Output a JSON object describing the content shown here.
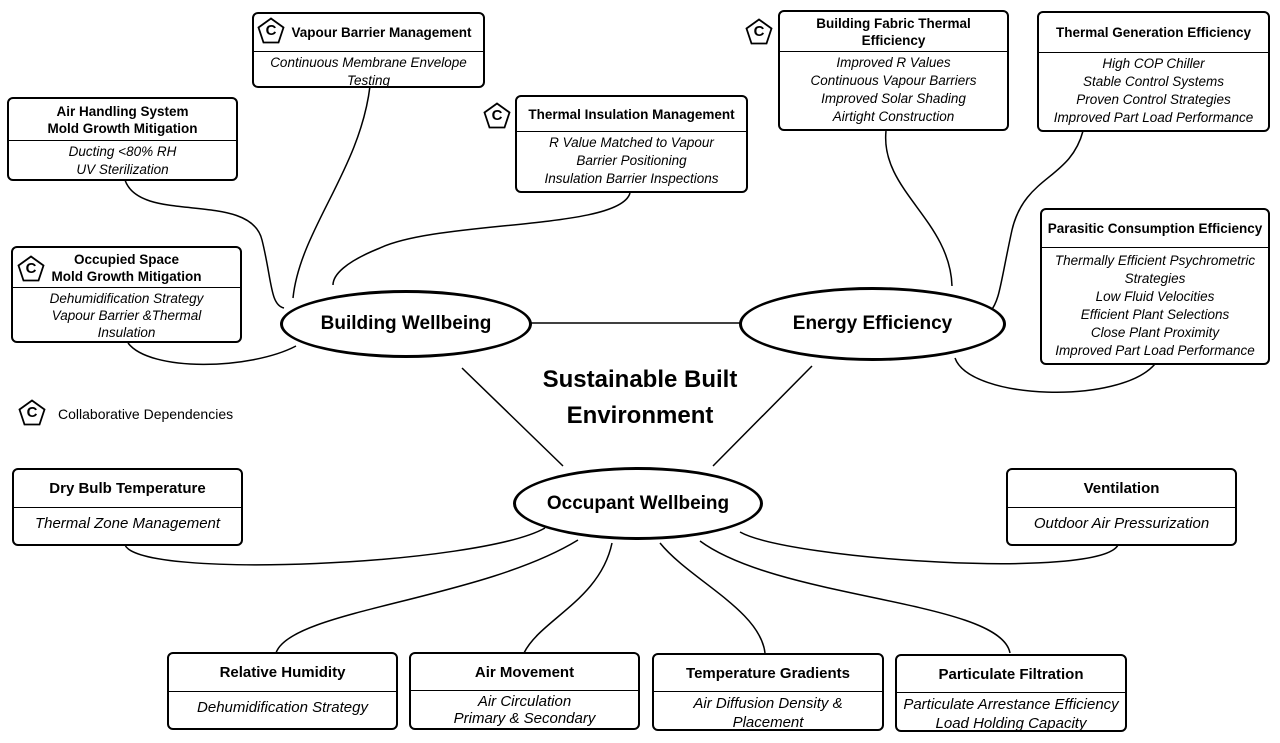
{
  "title_lines": [
    "Sustainable Built",
    "Environment"
  ],
  "hubs": {
    "building": "Building Wellbeing",
    "energy": "Energy Efficiency",
    "occupant": "Occupant Wellbeing"
  },
  "legend": {
    "icon_letter": "C",
    "text": "Collaborative Dependencies"
  },
  "boxes": {
    "vapour": {
      "title": "Vapour Barrier Management",
      "lines": [
        "Continuous Membrane Envelope",
        "Testing"
      ]
    },
    "airhandling": {
      "title": [
        "Air Handling System",
        "Mold Growth Mitigation"
      ],
      "lines": [
        "Ducting <80% RH",
        "UV Sterilization"
      ]
    },
    "thermalins": {
      "title": "Thermal Insulation Management",
      "lines": [
        "R Value Matched to Vapour",
        "Barrier Positioning",
        "Insulation Barrier Inspections"
      ]
    },
    "occupied": {
      "title": [
        "Occupied Space",
        "Mold Growth Mitigation"
      ],
      "lines": [
        "Dehumidification Strategy",
        "Vapour Barrier &Thermal",
        "Insulation"
      ]
    },
    "fabric": {
      "title": "Building Fabric Thermal Efficiency",
      "lines": [
        "Improved R Values",
        "Continuous Vapour Barriers",
        "Improved Solar Shading",
        "Airtight Construction"
      ]
    },
    "thermalgen": {
      "title": "Thermal Generation Efficiency",
      "lines": [
        "High COP Chiller",
        "Stable Control Systems",
        "Proven Control Strategies",
        "Improved Part Load Performance"
      ]
    },
    "parasitic": {
      "title": "Parasitic Consumption Efficiency",
      "lines": [
        "Thermally Efficient Psychrometric",
        "Strategies",
        "Low Fluid Velocities",
        "Efficient Plant Selections",
        "Close Plant Proximity",
        "Improved Part Load Performance"
      ]
    },
    "drybulb": {
      "title": "Dry Bulb Temperature",
      "lines": [
        "Thermal Zone Management"
      ]
    },
    "ventilation": {
      "title": "Ventilation",
      "lines": [
        "Outdoor Air Pressurization"
      ]
    },
    "rh": {
      "title": "Relative Humidity",
      "lines": [
        "Dehumidification Strategy"
      ]
    },
    "airmove": {
      "title": "Air Movement",
      "lines": [
        "Air Circulation",
        "Primary & Secondary"
      ]
    },
    "tempgrad": {
      "title": "Temperature Gradients",
      "lines": [
        "Air Diffusion Density &",
        "Placement"
      ]
    },
    "particulate": {
      "title": "Particulate Filtration",
      "lines": [
        "Particulate Arrestance Efficiency",
        "Load Holding Capacity"
      ]
    }
  }
}
